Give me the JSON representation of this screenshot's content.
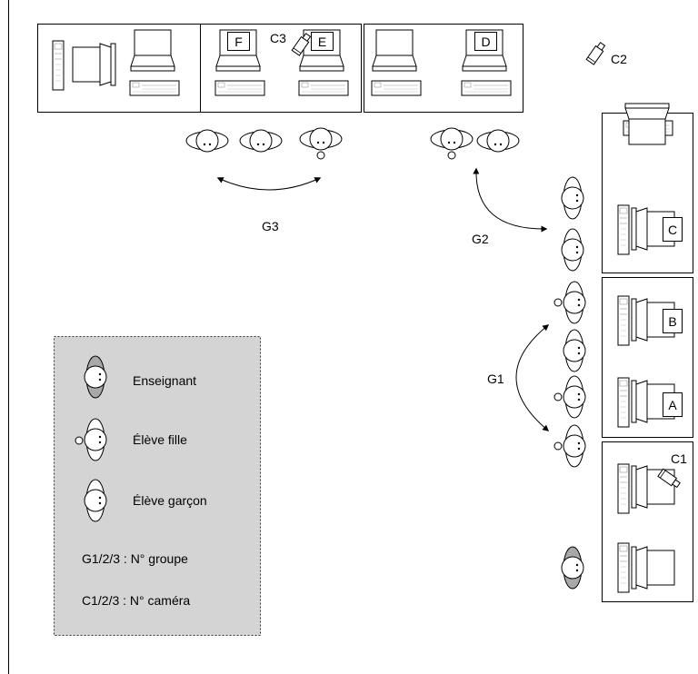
{
  "stations": {
    "F": "F",
    "E": "E",
    "D": "D",
    "C": "C",
    "B": "B",
    "A": "A"
  },
  "cameras": {
    "c1": "C1",
    "c2": "C2",
    "c3": "C3"
  },
  "groups": {
    "g1": "G1",
    "g2": "G2",
    "g3": "G3"
  },
  "legend": {
    "teacher": "Enseignant",
    "girl": "Élève fille",
    "boy": "Élève garçon",
    "group_key": "G1/2/3 : N° groupe",
    "camera_key": "C1/2/3 : N° caméra"
  },
  "colors": {
    "teacher_fill": "#a8a8a8",
    "legend_bg": "#d4d4d4",
    "line": "#000000"
  }
}
